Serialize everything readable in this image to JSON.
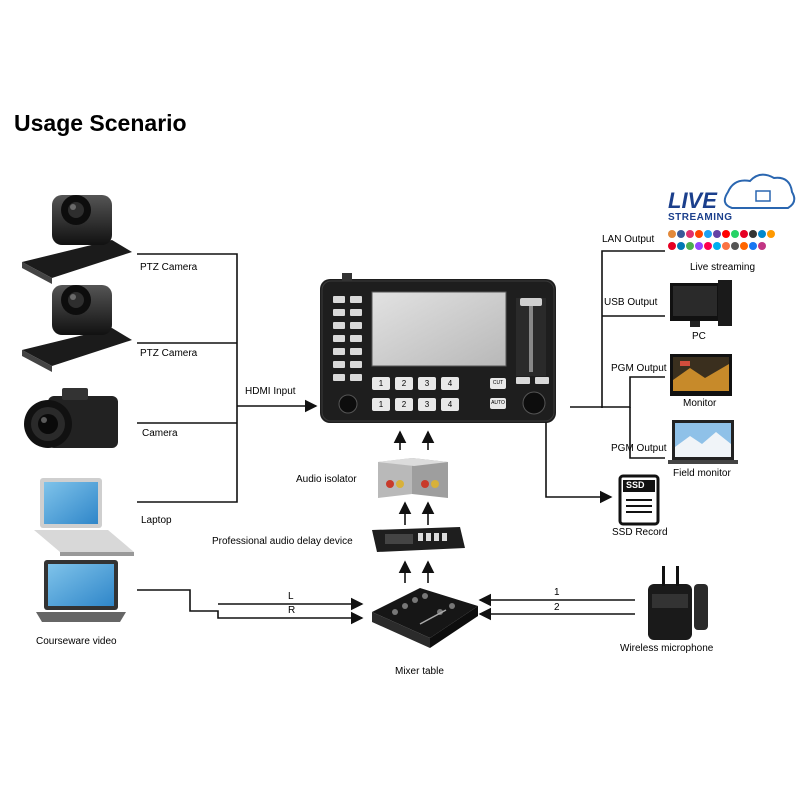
{
  "title": "Usage Scenario",
  "inputs": {
    "ptz_camera_1": "PTZ Camera",
    "ptz_camera_2": "PTZ Camera",
    "camera": "Camera",
    "laptop": "Laptop",
    "courseware_video": "Courseware video",
    "hdmi_input": "HDMI Input"
  },
  "audio": {
    "audio_isolator": "Audio isolator",
    "audio_delay_device": "Professional audio delay device",
    "mixer_table": "Mixer table",
    "wireless_microphone": "Wireless microphone",
    "channel_l": "L",
    "channel_r": "R",
    "channel_1": "1",
    "channel_2": "2"
  },
  "outputs": {
    "lan_output": "LAN Output",
    "usb_output": "USB Output",
    "pgm_output_1": "PGM Output",
    "pgm_output_2": "PGM Output",
    "live_streaming": "Live streaming",
    "pc": "PC",
    "monitor": "Monitor",
    "field_monitor": "Field monitor",
    "ssd_record": "SSD Record",
    "ssd_badge": "SSD"
  },
  "live_logo": {
    "live": "LIVE",
    "streaming": "STREAMING"
  },
  "switcher": {
    "buttons_row1": [
      "1",
      "2",
      "3",
      "4"
    ],
    "buttons_row2": [
      "1",
      "2",
      "3",
      "4"
    ],
    "cut_label": "CUT",
    "auto_label": "AUTO"
  },
  "colors": {
    "device_body": "#1e1e1e",
    "screen": "#c9c9c9",
    "wire": "#111111"
  }
}
